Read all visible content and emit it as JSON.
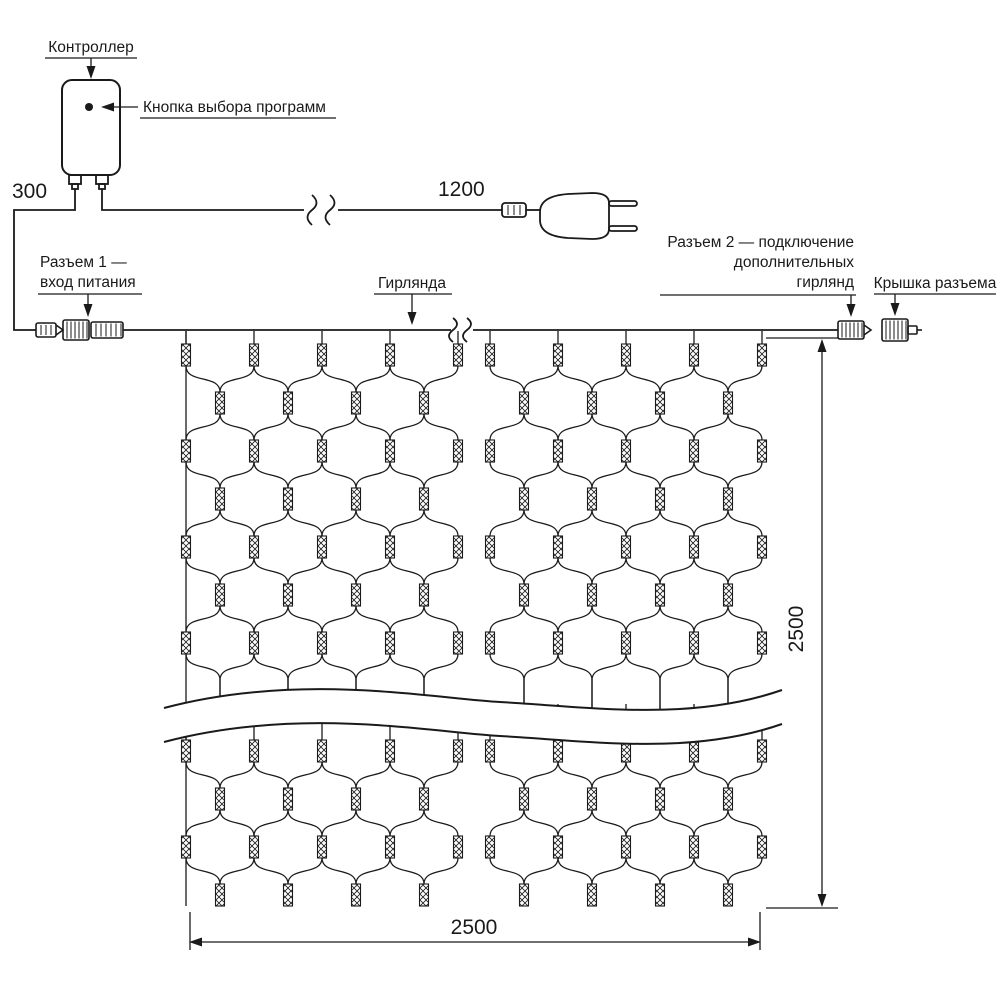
{
  "labels": {
    "controller": "Контроллер",
    "program_button": "Кнопка выбора программ",
    "len_300": "300",
    "len_1200": "1200",
    "conn1_l1": "Разъем 1 —",
    "conn1_l2": "вход питания",
    "garland": "Гирлянда",
    "conn2_l1": "Разъем 2 — подключение",
    "conn2_l2": "дополнительных",
    "conn2_l3": "гирлянд",
    "cap": "Крышка разъема",
    "dim_height": "2500",
    "dim_width": "2500"
  },
  "colors": {
    "line": "#1a1a1a",
    "background": "#ffffff"
  }
}
